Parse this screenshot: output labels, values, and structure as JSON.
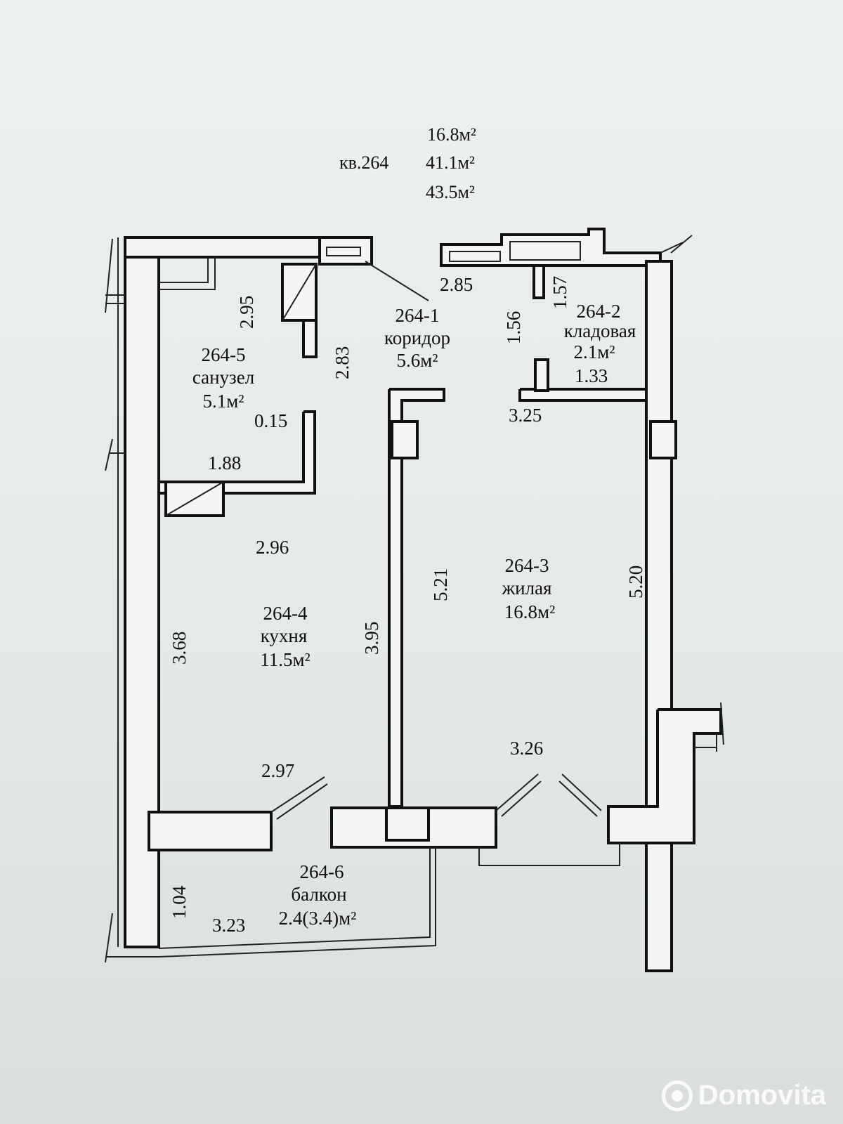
{
  "header": {
    "apartment": "кв.264",
    "area_living": "16.8м²",
    "area_total": "41.1м²",
    "area_with_balcony": "43.5м²"
  },
  "rooms": {
    "corridor": {
      "id": "264-1",
      "name": "коридор",
      "area": "5.6м²"
    },
    "storage": {
      "id": "264-2",
      "name": "кладовая",
      "area": "2.1м²"
    },
    "living": {
      "id": "264-3",
      "name": "жилая",
      "area": "16.8м²"
    },
    "kitchen": {
      "id": "264-4",
      "name": "кухня",
      "area": "11.5м²"
    },
    "bathroom": {
      "id": "264-5",
      "name": "санузел",
      "area": "5.1м²"
    },
    "balcony": {
      "id": "264-6",
      "name": "балкон",
      "area": "2.4(3.4)м²"
    }
  },
  "dims": {
    "d_295": "2.95",
    "d_283": "2.83",
    "d_285": "2.85",
    "d_156": "1.56",
    "d_157": "1.57",
    "d_133": "1.33",
    "d_325": "3.25",
    "d_015": "0.15",
    "d_188": "1.88",
    "d_296": "2.96",
    "d_368": "3.68",
    "d_395": "3.95",
    "d_521": "5.21",
    "d_520": "5.20",
    "d_326": "3.26",
    "d_297": "2.97",
    "d_104": "1.04",
    "d_323": "3.23"
  },
  "watermark": {
    "brand": "Domovita"
  }
}
